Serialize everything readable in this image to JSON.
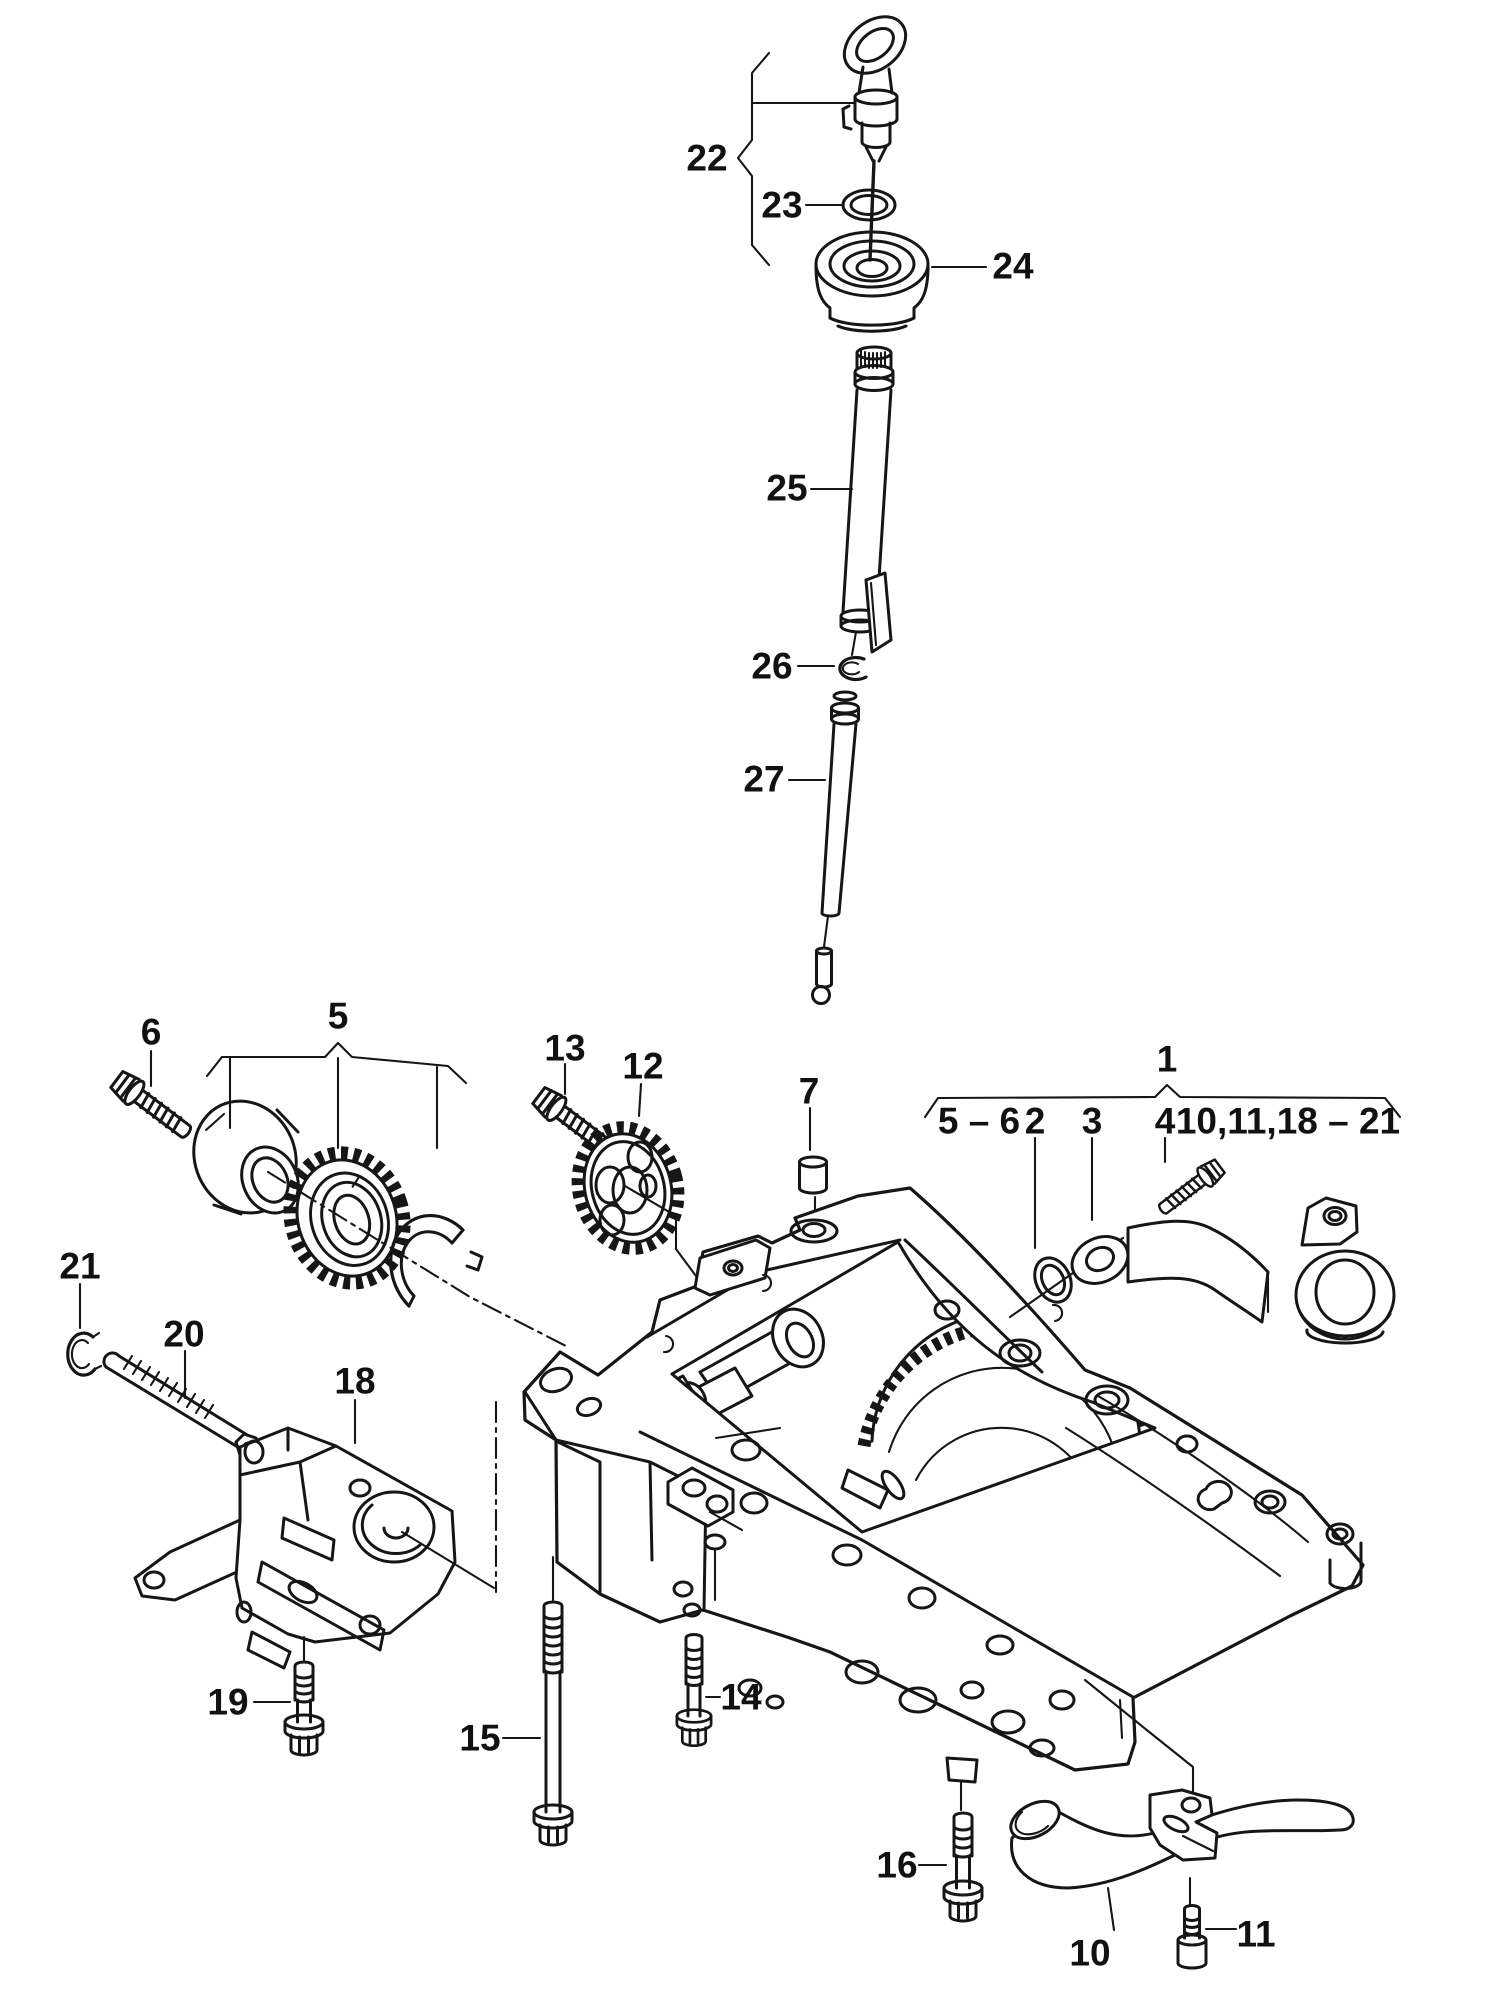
{
  "diagram": {
    "background_color": "#ffffff",
    "line_color": "#161616"
  },
  "callouts": {
    "n1": "1",
    "n2": "2",
    "n3": "3",
    "n4": "4",
    "n5": "5",
    "n6": "6",
    "n7": "7",
    "n10": "10",
    "n11": "11",
    "n12": "12",
    "n13": "13",
    "n14": "14",
    "n15": "15",
    "n16": "16",
    "n18": "18",
    "n19": "19",
    "n20": "20",
    "n21": "21",
    "n22": "22",
    "n23": "23",
    "n24": "24",
    "n25": "25",
    "n26": "26",
    "n27": "27"
  },
  "assembly_group_row": {
    "range_left": "5 – 6",
    "item_2": "2",
    "item_3": "3",
    "item_4": "4",
    "range_right": "10,11,18 – 21"
  }
}
